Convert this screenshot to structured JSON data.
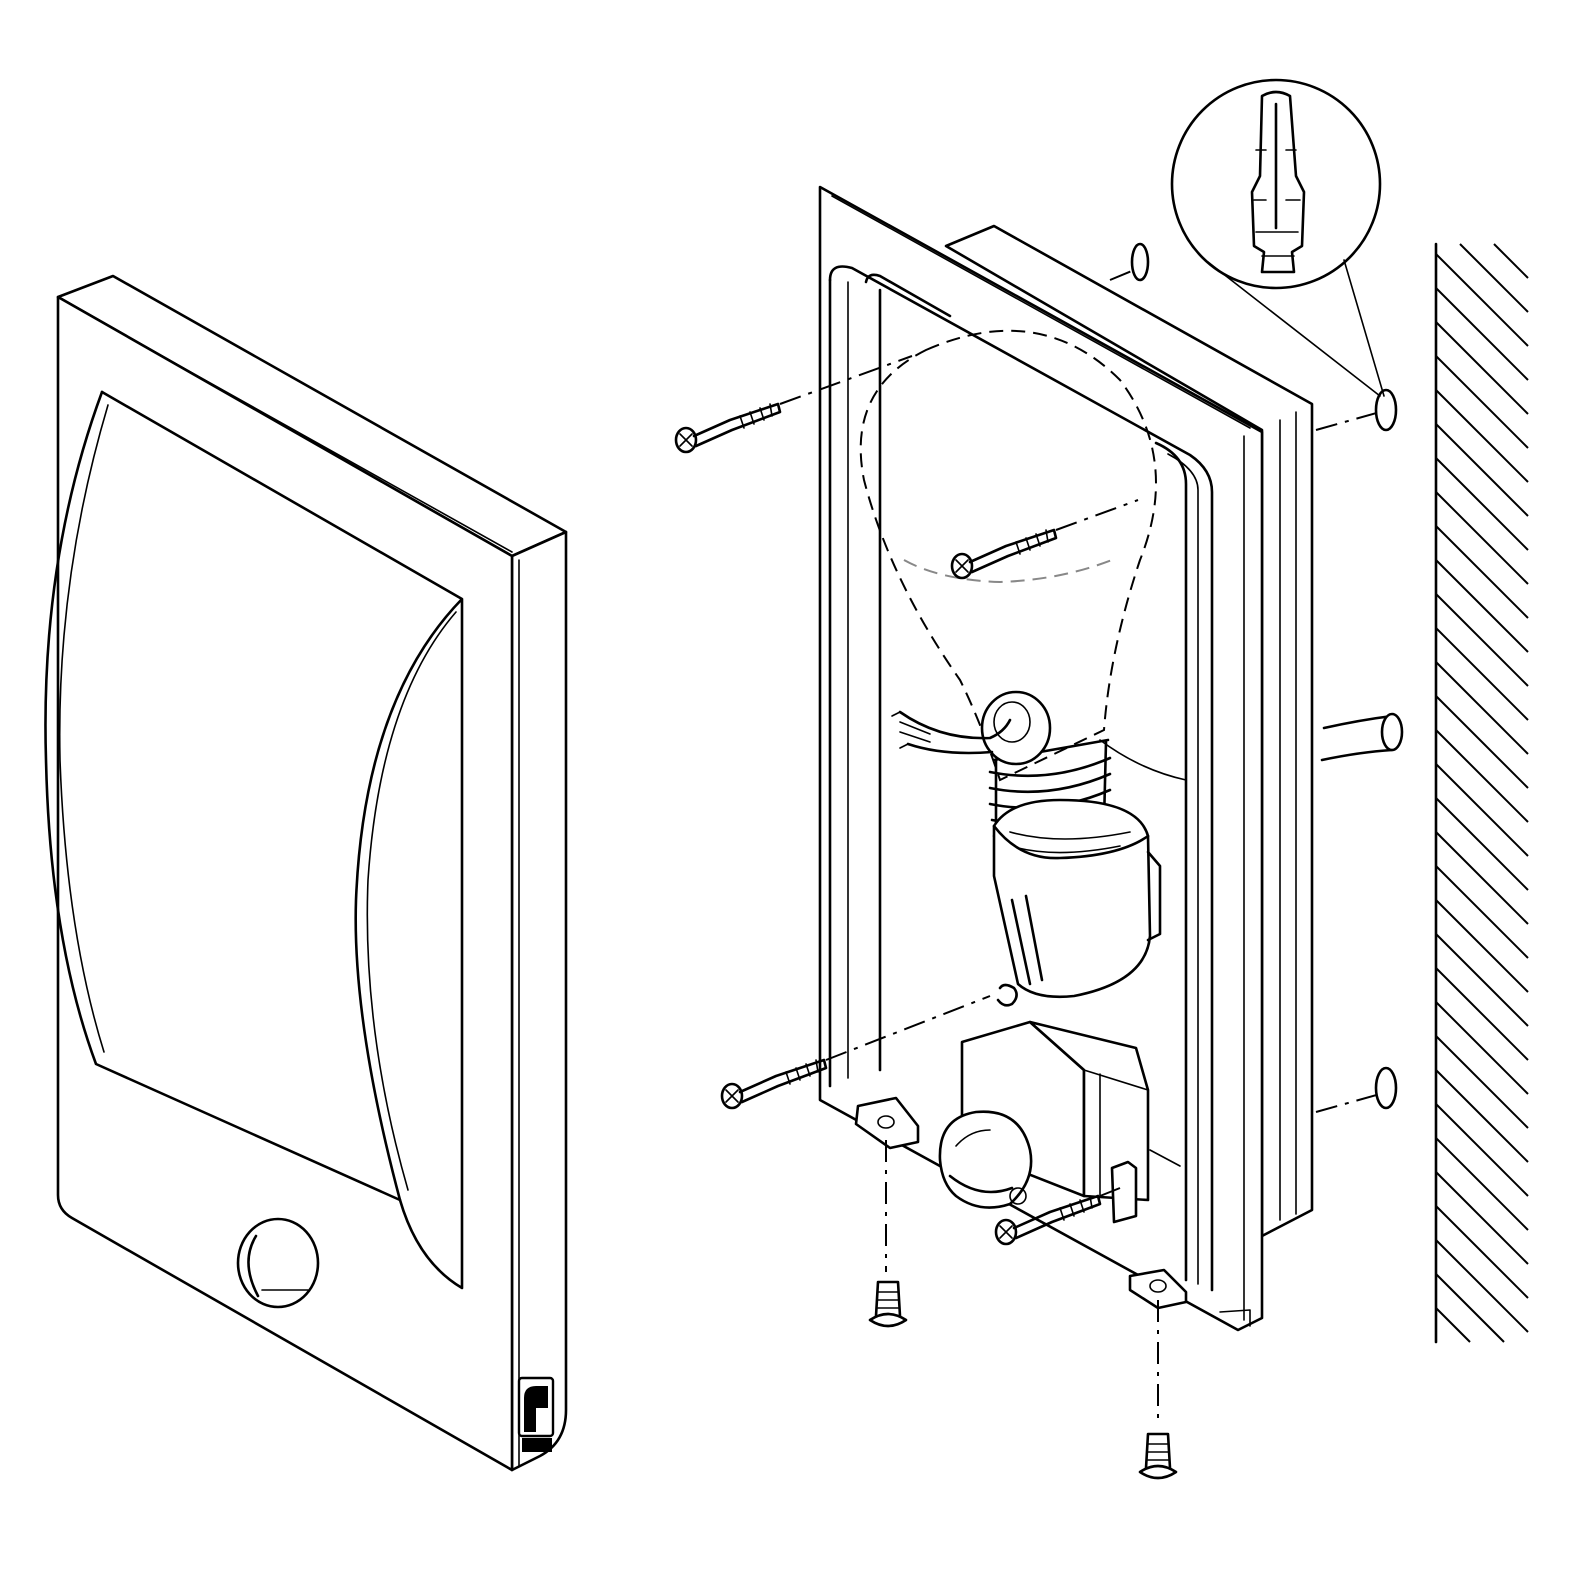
{
  "diagram": {
    "stroke_color": "#000000",
    "background_color": "#ffffff",
    "parts": [
      "lamp-cover",
      "back-plate",
      "light-bulb",
      "lamp-socket",
      "terminal-block",
      "motion-sensor",
      "wall-screw",
      "mounting-screw",
      "wall-plug",
      "power-cable",
      "wall"
    ]
  }
}
